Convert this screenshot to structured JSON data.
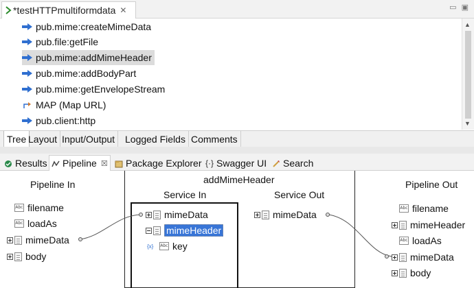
{
  "editor": {
    "tab_title": "*testHTTPmultiformdata",
    "steps": [
      {
        "label": "pub.mime:createMimeData",
        "icon": "invoke-arrow-icon",
        "selected": false
      },
      {
        "label": "pub.file:getFile",
        "icon": "invoke-arrow-icon",
        "selected": false
      },
      {
        "label": "pub.mime:addMimeHeader",
        "icon": "invoke-arrow-icon",
        "selected": true
      },
      {
        "label": "pub.mime:addBodyPart",
        "icon": "invoke-arrow-icon",
        "selected": false
      },
      {
        "label": "pub.mime:getEnvelopeStream",
        "icon": "invoke-arrow-icon",
        "selected": false
      },
      {
        "label": "MAP (Map URL)",
        "icon": "map-icon",
        "selected": false
      },
      {
        "label": "pub.client:http",
        "icon": "invoke-arrow-icon",
        "selected": false
      }
    ],
    "view_tabs": [
      "Tree",
      "Layout",
      "Input/Output",
      "Logged Fields",
      "Comments"
    ],
    "active_view_tab": "Tree"
  },
  "lower_tabs": {
    "items": [
      "Results",
      "Pipeline",
      "Package Explorer",
      "Swagger UI",
      "Search"
    ],
    "active": "Pipeline",
    "pipeline_close": "☒"
  },
  "pipeline": {
    "pipeline_in_header": "Pipeline In",
    "pipeline_out_header": "Pipeline Out",
    "service_name": "addMimeHeader",
    "service_in_header": "Service In",
    "service_out_header": "Service Out",
    "pipeline_in": [
      {
        "name": "filename",
        "type": "string"
      },
      {
        "name": "loadAs",
        "type": "string"
      },
      {
        "name": "mimeData",
        "type": "document"
      },
      {
        "name": "body",
        "type": "document"
      }
    ],
    "service_in": [
      {
        "name": "mimeData",
        "type": "document"
      },
      {
        "name": "mimeHeader",
        "type": "document"
      },
      {
        "name": "key",
        "type": "string"
      }
    ],
    "service_out": [
      {
        "name": "mimeData",
        "type": "document"
      }
    ],
    "pipeline_out": [
      {
        "name": "filename",
        "type": "string"
      },
      {
        "name": "mimeHeader",
        "type": "document"
      },
      {
        "name": "loadAs",
        "type": "string"
      },
      {
        "name": "mimeData",
        "type": "document"
      },
      {
        "name": "body",
        "type": "document"
      }
    ],
    "string_icon_text": "Abc",
    "link_color": "#555555",
    "selection_color": "#3875d7"
  }
}
